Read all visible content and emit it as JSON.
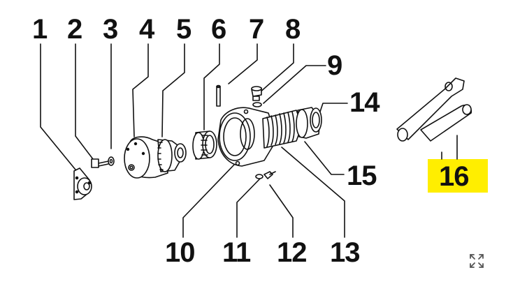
{
  "diagram": {
    "callouts": [
      "1",
      "2",
      "3",
      "4",
      "5",
      "6",
      "7",
      "8",
      "9",
      "14",
      "15",
      "16",
      "10",
      "11",
      "12",
      "13"
    ],
    "highlighted_callout": "16",
    "highlight_color": "#ffee00",
    "line_color": "#111111"
  },
  "controls": {
    "expand_icon": "expand-arrows-icon"
  }
}
